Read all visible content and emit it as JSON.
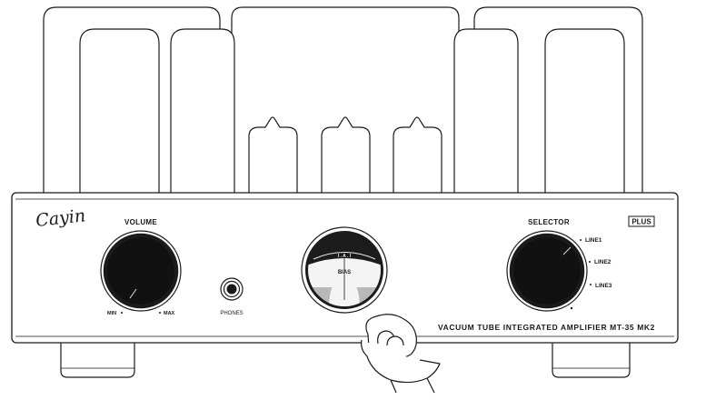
{
  "brand": "Cayin",
  "badge": "PLUS",
  "volume": {
    "label": "VOLUME",
    "min_label": "MIN",
    "max_label": "MAX"
  },
  "phones": {
    "label": "PHONES"
  },
  "meter": {
    "label": "BIAS",
    "scale_text": "I . A . I"
  },
  "selector": {
    "label": "SELECTOR",
    "inputs": [
      "LINE1",
      "LINE2",
      "LINE3"
    ]
  },
  "model_text": "VACUUM TUBE INTEGRATED AMPLIFIER MT-35 MK2",
  "icons": [
    "hand-wiping-icon",
    "vacuum-tube-icon",
    "knob-icon",
    "headphone-jack-icon",
    "vu-meter-icon"
  ]
}
